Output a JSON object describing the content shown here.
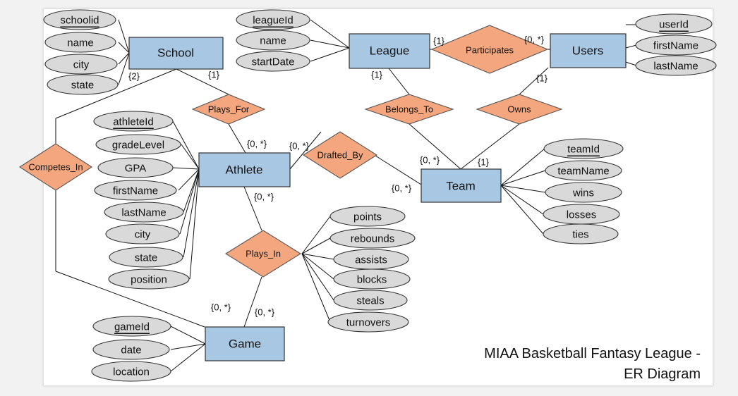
{
  "entities": {
    "school": "School",
    "league": "League",
    "users": "Users",
    "athlete": "Athlete",
    "team": "Team",
    "game": "Game"
  },
  "relationships": {
    "participates": "Participates",
    "plays_for": "Plays_For",
    "belongs_to": "Belongs_To",
    "owns": "Owns",
    "competes_in": "Competes_In",
    "drafted_by": "Drafted_By",
    "plays_in": "Plays_In"
  },
  "attributes": {
    "school": [
      "schoolid",
      "name",
      "city",
      "state"
    ],
    "league": [
      "leagueId",
      "name",
      "startDate"
    ],
    "users": [
      "userId",
      "firstName",
      "lastName"
    ],
    "athlete": [
      "athleteId",
      "gradeLevel",
      "GPA",
      "firstName",
      "lastName",
      "city",
      "state",
      "position"
    ],
    "team": [
      "teamId",
      "teamName",
      "wins",
      "losses",
      "ties"
    ],
    "plays_in": [
      "points",
      "rebounds",
      "assists",
      "blocks",
      "steals",
      "turnovers"
    ],
    "game": [
      "gameId",
      "date",
      "location"
    ]
  },
  "cardinalities": {
    "league_participates": "{1}",
    "users_participates": "{0, *}",
    "school_competes": "{2}",
    "school_plays_for": "{1}",
    "league_belongs": "{1}",
    "users_owns": "{1}",
    "athlete_plays_for": "{0, *}",
    "athlete_drafted": "{0, *}",
    "team_belongs": "{0, *}",
    "team_owns": "{1}",
    "team_drafted": "{0, *}",
    "athlete_plays_in": "{0, *}",
    "game_competes": "{0, *}",
    "game_plays_in": "{0, *}"
  },
  "caption": {
    "line1": "MIAA Basketball Fantasy League -",
    "line2": "ER Diagram"
  },
  "colors": {
    "entity_fill": "#a7c7e3",
    "relationship_fill": "#f4a77e",
    "attribute_fill": "#d9d9d9"
  }
}
